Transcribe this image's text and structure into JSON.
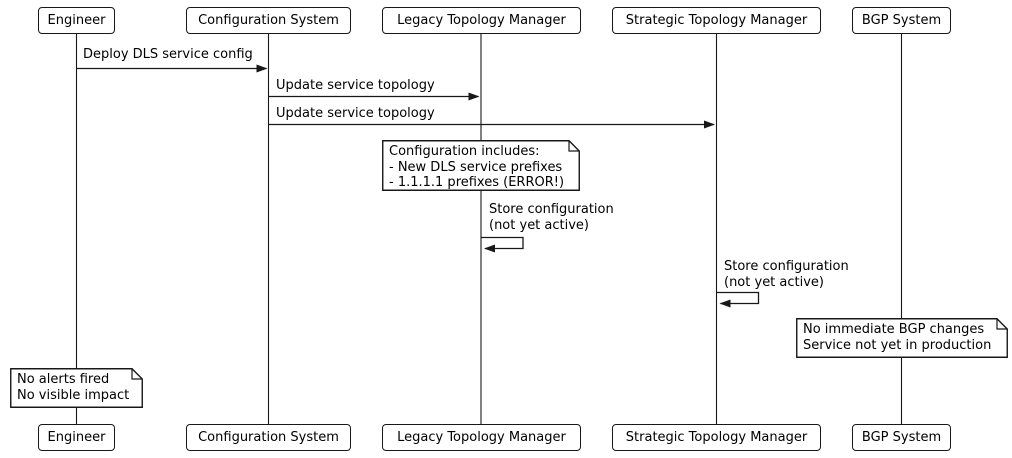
{
  "diagram_type": "uml-sequence",
  "colors": {
    "line": "#181818",
    "text": "#000000",
    "background": "#ffffff",
    "shape_fill": "#ffffff"
  },
  "participants": [
    {
      "label": "Engineer"
    },
    {
      "label": "Configuration System"
    },
    {
      "label": "Legacy Topology Manager"
    },
    {
      "label": "Strategic Topology Manager"
    },
    {
      "label": "BGP System"
    }
  ],
  "messages": [
    {
      "from": "Engineer",
      "to": "Configuration System",
      "label": "Deploy DLS service config"
    },
    {
      "from": "Configuration System",
      "to": "Legacy Topology Manager",
      "label": "Update service topology"
    },
    {
      "from": "Configuration System",
      "to": "Strategic Topology Manager",
      "label": "Update service topology"
    }
  ],
  "self_messages": [
    {
      "participant": "Legacy Topology Manager",
      "lines": [
        "Store configuration",
        "(not yet active)"
      ]
    },
    {
      "participant": "Strategic Topology Manager",
      "lines": [
        "Store configuration",
        "(not yet active)"
      ]
    }
  ],
  "notes": [
    {
      "over": "Legacy Topology Manager",
      "lines": [
        "Configuration includes:",
        "- New DLS service prefixes",
        "- 1.1.1.1 prefixes (ERROR!)"
      ]
    },
    {
      "over": "BGP System",
      "lines": [
        "No immediate BGP changes",
        "Service not yet in production"
      ]
    },
    {
      "over": "Engineer",
      "lines": [
        "No alerts fired",
        "No visible impact"
      ]
    }
  ]
}
